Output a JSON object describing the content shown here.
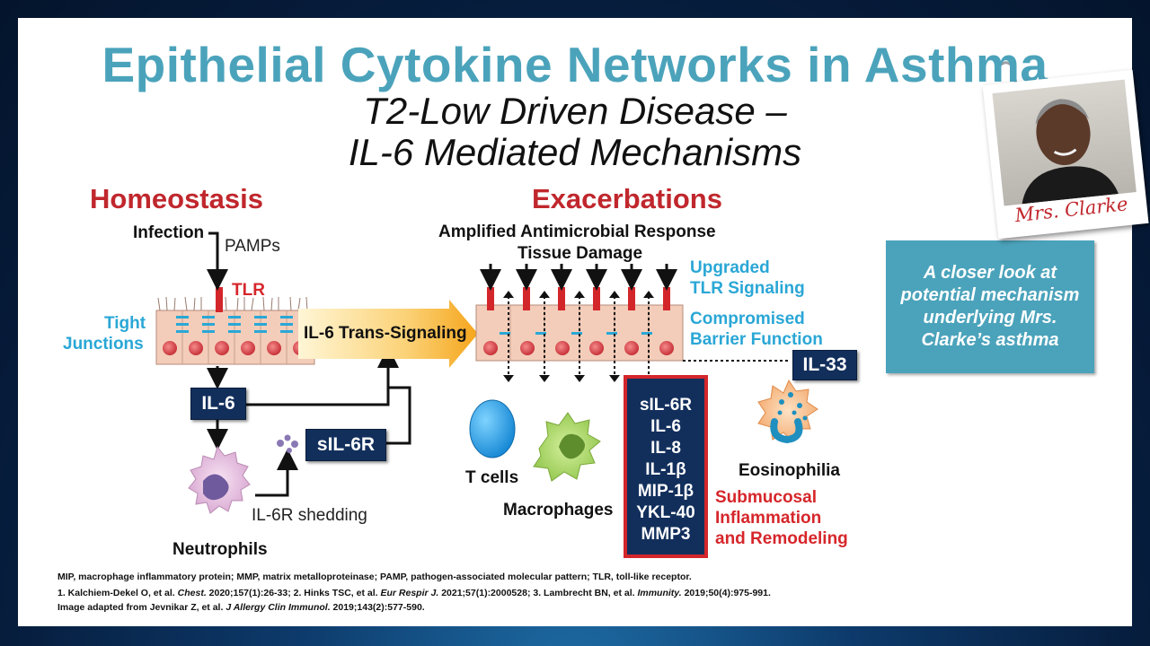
{
  "title": "Epithelial Cytokine Networks in Asthma",
  "subtitle_line1": "T2-Low Driven Disease –",
  "subtitle_line2": "IL-6 Mediated Mechanisms",
  "homeostasis": {
    "heading": "Homeostasis",
    "infection": "Infection",
    "pamps": "PAMPs",
    "tlr": "TLR",
    "tight_junctions_line1": "Tight",
    "tight_junctions_line2": "Junctions",
    "il6": "IL-6",
    "sil6r": "sIL-6R",
    "shedding": "IL-6R shedding",
    "neutrophils": "Neutrophils",
    "trans_signaling": "IL-6 Trans-Signaling"
  },
  "exacerbations": {
    "heading": "Exacerbations",
    "response_line1": "Amplified Antimicrobial Response",
    "response_line2": "Tissue Damage",
    "upgraded_line1": "Upgraded",
    "upgraded_line2": "TLR Signaling",
    "compromised_line1": "Compromised",
    "compromised_line2": "Barrier Function",
    "il33": "IL-33",
    "t_cells": "T cells",
    "macrophages": "Macrophages",
    "eosinophilia": "Eosinophilia",
    "cytokines": [
      "sIL-6R",
      "IL-6",
      "IL-8",
      "IL-1β",
      "MIP-1β",
      "YKL-40",
      "MMP3"
    ],
    "submucosal_line1": "Submucosal",
    "submucosal_line2": "Inflammation",
    "submucosal_line3": "and Remodeling"
  },
  "callout": "A closer look at potential mechanism underlying Mrs. Clarke’s asthma",
  "photo_caption": "Mrs. Clarke",
  "footnotes": {
    "abbrev": "MIP, macrophage inflammatory  protein; MMP, matrix metalloproteinase;   PAMP, pathogen-associated molecular pattern; TLR, toll-like receptor.",
    "ref1_a": "1. Kalchiem-Dekel  O, et al. ",
    "ref1_j": "Chest.",
    "ref1_b": " 2020;157(1):26-33;  2. Hinks TSC, et al. ",
    "ref2_j": "Eur Respir J.",
    "ref2_b": " 2021;57(1):2000528;  3. Lambrecht BN, et al. ",
    "ref3_j": "Immunity.",
    "ref3_b": "  2019;50(4):975-991.",
    "ref4_a": "Image adapted from Jevnikar Z, et al. ",
    "ref4_j": "J Allergy Clin Immunol.",
    "ref4_b": "  2019;143(2):577-590."
  },
  "colors": {
    "title": "#4ba3bb",
    "heading_red": "#c0272d",
    "navy_box": "#122f5c",
    "accent_blue": "#2aa7d6"
  }
}
